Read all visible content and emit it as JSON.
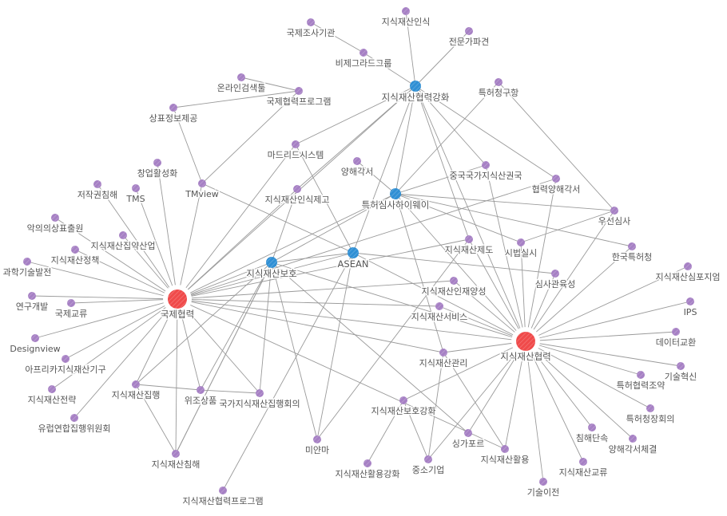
{
  "colors": {
    "primary_hub": "#f04a4a",
    "secondary_hub": "#2f8fd4",
    "node": "#a680c4",
    "edge": "#9a9a9a",
    "label": "#555555"
  },
  "nodes": [
    {
      "id": "intl",
      "label": "국제협력",
      "type": "primary"
    },
    {
      "id": "ipcoop",
      "label": "지식재산협력",
      "type": "primary"
    },
    {
      "id": "ipcoopstr",
      "label": "지식재산협력강화",
      "type": "secondary"
    },
    {
      "id": "pph",
      "label": "특허심사하이웨이",
      "type": "secondary"
    },
    {
      "id": "ipprot",
      "label": "지식재산보호",
      "type": "secondary"
    },
    {
      "id": "asean",
      "label": "ASEAN",
      "type": "secondary"
    },
    {
      "id": "isa",
      "label": "국제조사기관",
      "type": "node"
    },
    {
      "id": "visegrad",
      "label": "비제그라드그룹",
      "type": "node"
    },
    {
      "id": "ipaware",
      "label": "지식재산인식",
      "type": "node"
    },
    {
      "id": "expert",
      "label": "전문가파견",
      "type": "node"
    },
    {
      "id": "online",
      "label": "온라인검색툴",
      "type": "node"
    },
    {
      "id": "intlprog",
      "label": "국제협력프로그램",
      "type": "node"
    },
    {
      "id": "tminfo",
      "label": "상표정보제공",
      "type": "node"
    },
    {
      "id": "claims",
      "label": "특허청구항",
      "type": "node"
    },
    {
      "id": "madrid",
      "label": "마드리드시스템",
      "type": "node"
    },
    {
      "id": "startup",
      "label": "창업활성화",
      "type": "node"
    },
    {
      "id": "mou",
      "label": "양해각서",
      "type": "node"
    },
    {
      "id": "cnipa",
      "label": "중국국가지식산권국",
      "type": "node"
    },
    {
      "id": "coopmou",
      "label": "협력양해각서",
      "type": "node"
    },
    {
      "id": "copyinf",
      "label": "저작권침해",
      "type": "node"
    },
    {
      "id": "tms",
      "label": "TMS",
      "type": "node"
    },
    {
      "id": "tmview",
      "label": "TMview",
      "type": "node"
    },
    {
      "id": "awareup",
      "label": "지식재산인식제고",
      "type": "node"
    },
    {
      "id": "priority",
      "label": "우선심사",
      "type": "node"
    },
    {
      "id": "badfaith",
      "label": "악의의상표출원",
      "type": "node"
    },
    {
      "id": "ipintens",
      "label": "지식재산집약산업",
      "type": "node"
    },
    {
      "id": "ippolicy",
      "label": "지식재산정책",
      "type": "node"
    },
    {
      "id": "ipsystem",
      "label": "지식재산제도",
      "type": "node"
    },
    {
      "id": "pilot",
      "label": "시법실시",
      "type": "node"
    },
    {
      "id": "kipo",
      "label": "한국특허청",
      "type": "node"
    },
    {
      "id": "scitech",
      "label": "과학기술발전",
      "type": "node"
    },
    {
      "id": "symposium",
      "label": "지식재산심포지엄",
      "type": "node"
    },
    {
      "id": "examtrain",
      "label": "심사관육성",
      "type": "node"
    },
    {
      "id": "iptalent",
      "label": "지식재산인재양성",
      "type": "node"
    },
    {
      "id": "rnd",
      "label": "연구개발",
      "type": "node"
    },
    {
      "id": "intlex",
      "label": "국제교류",
      "type": "node"
    },
    {
      "id": "ips",
      "label": "IPS",
      "type": "node"
    },
    {
      "id": "ipservice",
      "label": "지식재산서비스",
      "type": "node"
    },
    {
      "id": "dataex",
      "label": "데이터교환",
      "type": "node"
    },
    {
      "id": "designview",
      "label": "Designview",
      "type": "node"
    },
    {
      "id": "ipmanage",
      "label": "지식재산관리",
      "type": "node"
    },
    {
      "id": "aripo",
      "label": "아프리카지식재산기구",
      "type": "node"
    },
    {
      "id": "innov",
      "label": "기술혁신",
      "type": "node"
    },
    {
      "id": "pct",
      "label": "특허협력조약",
      "type": "node"
    },
    {
      "id": "ipenforce",
      "label": "지식재산집행",
      "type": "node"
    },
    {
      "id": "counterfeit",
      "label": "위조상품",
      "type": "node"
    },
    {
      "id": "natenforce",
      "label": "국가지식재산집행회의",
      "type": "node"
    },
    {
      "id": "ipstrategy",
      "label": "지식재산전략",
      "type": "node"
    },
    {
      "id": "protstr",
      "label": "지식재산보호강화",
      "type": "node"
    },
    {
      "id": "heads",
      "label": "특허청장회의",
      "type": "node"
    },
    {
      "id": "eucomm",
      "label": "유럽연합집행위원회",
      "type": "node"
    },
    {
      "id": "crackdown",
      "label": "침해단속",
      "type": "node"
    },
    {
      "id": "mousign",
      "label": "양해각서체결",
      "type": "node"
    },
    {
      "id": "singapore",
      "label": "싱가포르",
      "type": "node"
    },
    {
      "id": "myanmar",
      "label": "미얀마",
      "type": "node"
    },
    {
      "id": "iputil",
      "label": "지식재산활용",
      "type": "node"
    },
    {
      "id": "ipinfr",
      "label": "지식재산침해",
      "type": "node"
    },
    {
      "id": "sme",
      "label": "중소기업",
      "type": "node"
    },
    {
      "id": "utilstr",
      "label": "지식재산활용강화",
      "type": "node"
    },
    {
      "id": "ipexch",
      "label": "지식재산교류",
      "type": "node"
    },
    {
      "id": "techtrans",
      "label": "기술이전",
      "type": "node"
    },
    {
      "id": "ipcoopprog",
      "label": "지식재산협력프로그램",
      "type": "node"
    }
  ],
  "edges": [
    [
      "isa",
      "visegrad"
    ],
    [
      "visegrad",
      "ipcoopstr"
    ],
    [
      "ipaware",
      "ipcoopstr"
    ],
    [
      "expert",
      "ipcoopstr"
    ],
    [
      "online",
      "intlprog"
    ],
    [
      "intlprog",
      "tminfo"
    ],
    [
      "intlprog",
      "tmview"
    ],
    [
      "tminfo",
      "tmview"
    ],
    [
      "tmview",
      "asean"
    ],
    [
      "tmview",
      "intl"
    ],
    [
      "ipcoopstr",
      "madrid"
    ],
    [
      "ipcoopstr",
      "awareup"
    ],
    [
      "ipcoopstr",
      "pph"
    ],
    [
      "ipcoopstr",
      "asean"
    ],
    [
      "ipcoopstr",
      "cnipa"
    ],
    [
      "ipcoopstr",
      "coopmou"
    ],
    [
      "ipcoopstr",
      "ipsystem"
    ],
    [
      "ipcoopstr",
      "ipcoop"
    ],
    [
      "ipcoopstr",
      "intl"
    ],
    [
      "claims",
      "pph"
    ],
    [
      "claims",
      "priority"
    ],
    [
      "mou",
      "pph"
    ],
    [
      "pph",
      "cnipa"
    ],
    [
      "pph",
      "priority"
    ],
    [
      "pph",
      "pilot"
    ],
    [
      "pph",
      "kipo"
    ],
    [
      "pph",
      "ipmanage"
    ],
    [
      "pph",
      "ipprot"
    ],
    [
      "pph",
      "intl"
    ],
    [
      "priority",
      "pilot"
    ],
    [
      "priority",
      "ipcoop"
    ],
    [
      "coopmou",
      "ipcoop"
    ],
    [
      "coopmou",
      "intl"
    ],
    [
      "cnipa",
      "ipcoop"
    ],
    [
      "madrid",
      "asean"
    ],
    [
      "madrid",
      "intl"
    ],
    [
      "awareup",
      "ipprot"
    ],
    [
      "awareup",
      "intl"
    ],
    [
      "intl",
      "copyinf"
    ],
    [
      "intl",
      "tms"
    ],
    [
      "intl",
      "startup"
    ],
    [
      "intl",
      "badfaith"
    ],
    [
      "intl",
      "ipintens"
    ],
    [
      "intl",
      "ippolicy"
    ],
    [
      "intl",
      "scitech"
    ],
    [
      "intl",
      "rnd"
    ],
    [
      "intl",
      "intlex"
    ],
    [
      "intl",
      "designview"
    ],
    [
      "intl",
      "aripo"
    ],
    [
      "intl",
      "ipstrategy"
    ],
    [
      "intl",
      "eucomm"
    ],
    [
      "intl",
      "ipenforce"
    ],
    [
      "intl",
      "counterfeit"
    ],
    [
      "intl",
      "natenforce"
    ],
    [
      "intl",
      "ipinfr"
    ],
    [
      "intl",
      "ipprot"
    ],
    [
      "intl",
      "asean"
    ],
    [
      "intl",
      "iptalent"
    ],
    [
      "intl",
      "ipservice"
    ],
    [
      "intl",
      "ipmanage"
    ],
    [
      "intl",
      "ipcoop"
    ],
    [
      "intl",
      "iputil"
    ],
    [
      "intl",
      "ipsystem"
    ],
    [
      "ipprot",
      "ipenforce"
    ],
    [
      "ipprot",
      "ipinfr"
    ],
    [
      "ipprot",
      "counterfeit"
    ],
    [
      "ipprot",
      "natenforce"
    ],
    [
      "ipprot",
      "myanmar"
    ],
    [
      "ipprot",
      "singapore"
    ],
    [
      "ipprot",
      "ipcoop"
    ],
    [
      "ipprot",
      "asean"
    ],
    [
      "ipprot",
      "ipinfr"
    ],
    [
      "asean",
      "myanmar"
    ],
    [
      "asean",
      "examtrain"
    ],
    [
      "asean",
      "ipcoop"
    ],
    [
      "asean",
      "ipcoopprog"
    ],
    [
      "ipsystem",
      "myanmar"
    ],
    [
      "ipsystem",
      "ipcoop"
    ],
    [
      "ipenforce",
      "counterfeit"
    ],
    [
      "counterfeit",
      "natenforce"
    ],
    [
      "ipenforce",
      "ipinfr"
    ],
    [
      "protstr",
      "sme"
    ],
    [
      "protstr",
      "utilstr"
    ],
    [
      "protstr",
      "ipcoop"
    ],
    [
      "ipmanage",
      "sme"
    ],
    [
      "ipmanage",
      "iputil"
    ],
    [
      "ipmanage",
      "ipcoop"
    ],
    [
      "ipcoop",
      "kipo"
    ],
    [
      "ipcoop",
      "symposium"
    ],
    [
      "ipcoop",
      "ips"
    ],
    [
      "ipcoop",
      "dataex"
    ],
    [
      "ipcoop",
      "innov"
    ],
    [
      "ipcoop",
      "pct"
    ],
    [
      "ipcoop",
      "heads"
    ],
    [
      "ipcoop",
      "mousign"
    ],
    [
      "ipcoop",
      "crackdown"
    ],
    [
      "ipcoop",
      "ipexch"
    ],
    [
      "ipcoop",
      "techtrans"
    ],
    [
      "ipcoop",
      "iputil"
    ],
    [
      "ipcoop",
      "singapore"
    ],
    [
      "ipcoop",
      "sme"
    ],
    [
      "ipcoop",
      "ipservice"
    ],
    [
      "ipcoop",
      "iptalent"
    ],
    [
      "ipcoop",
      "examtrain"
    ],
    [
      "ipcoop",
      "pilot"
    ],
    [
      "ipcoop",
      "pph"
    ]
  ]
}
